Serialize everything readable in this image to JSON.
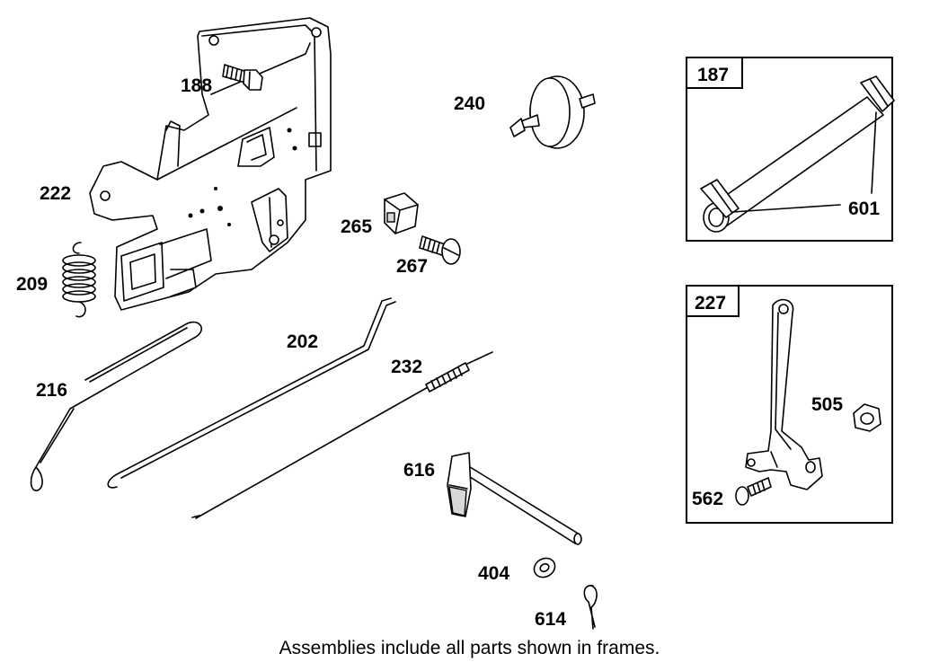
{
  "parts": [
    {
      "id": "188"
    },
    {
      "id": "240"
    },
    {
      "id": "222"
    },
    {
      "id": "265"
    },
    {
      "id": "267"
    },
    {
      "id": "209"
    },
    {
      "id": "202"
    },
    {
      "id": "232"
    },
    {
      "id": "216"
    },
    {
      "id": "616"
    },
    {
      "id": "404"
    },
    {
      "id": "614"
    }
  ],
  "frames": [
    {
      "title": "187",
      "parts": [
        {
          "id": "601"
        }
      ]
    },
    {
      "title": "227",
      "parts": [
        {
          "id": "505"
        },
        {
          "id": "562"
        }
      ]
    }
  ],
  "footnote": "Assemblies include all parts shown in frames."
}
